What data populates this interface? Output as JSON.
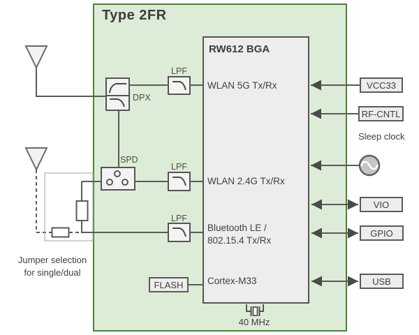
{
  "module": {
    "title": "Type 2FR"
  },
  "chip": {
    "title": "RW612 BGA",
    "blocks": {
      "wlan5g": "WLAN 5G Tx/Rx",
      "wlan24g": "WLAN 2.4G Tx/Rx",
      "bluetooth_line1": "Bluetooth LE /",
      "bluetooth_line2": "802.15.4 Tx/Rx",
      "cpu": "Cortex-M33"
    }
  },
  "rf_front_end": {
    "dpx_label": "DPX",
    "spd_label": "SPD",
    "lpf_5g_label": "LPF",
    "lpf_24g_label": "LPF",
    "lpf_bt_label": "LPF"
  },
  "memory": {
    "flash": "FLASH"
  },
  "clocks": {
    "sleep_clock": "Sleep clock",
    "crystal": "40 MHz"
  },
  "interfaces": {
    "vcc33": "VCC33",
    "rf_cntl": "RF-CNTL",
    "vio": "VIO",
    "gpio": "GPIO",
    "usb": "USB"
  },
  "notes": {
    "jumper_line1": "Jumper selection",
    "jumper_line2": "for single/dual"
  },
  "colors": {
    "module_fill": "#ddecd6",
    "module_border": "#478431",
    "box_fill": "#ededed",
    "box_border": "#555555",
    "wire": "#5a5a5a",
    "text": "#3f3f3f"
  }
}
